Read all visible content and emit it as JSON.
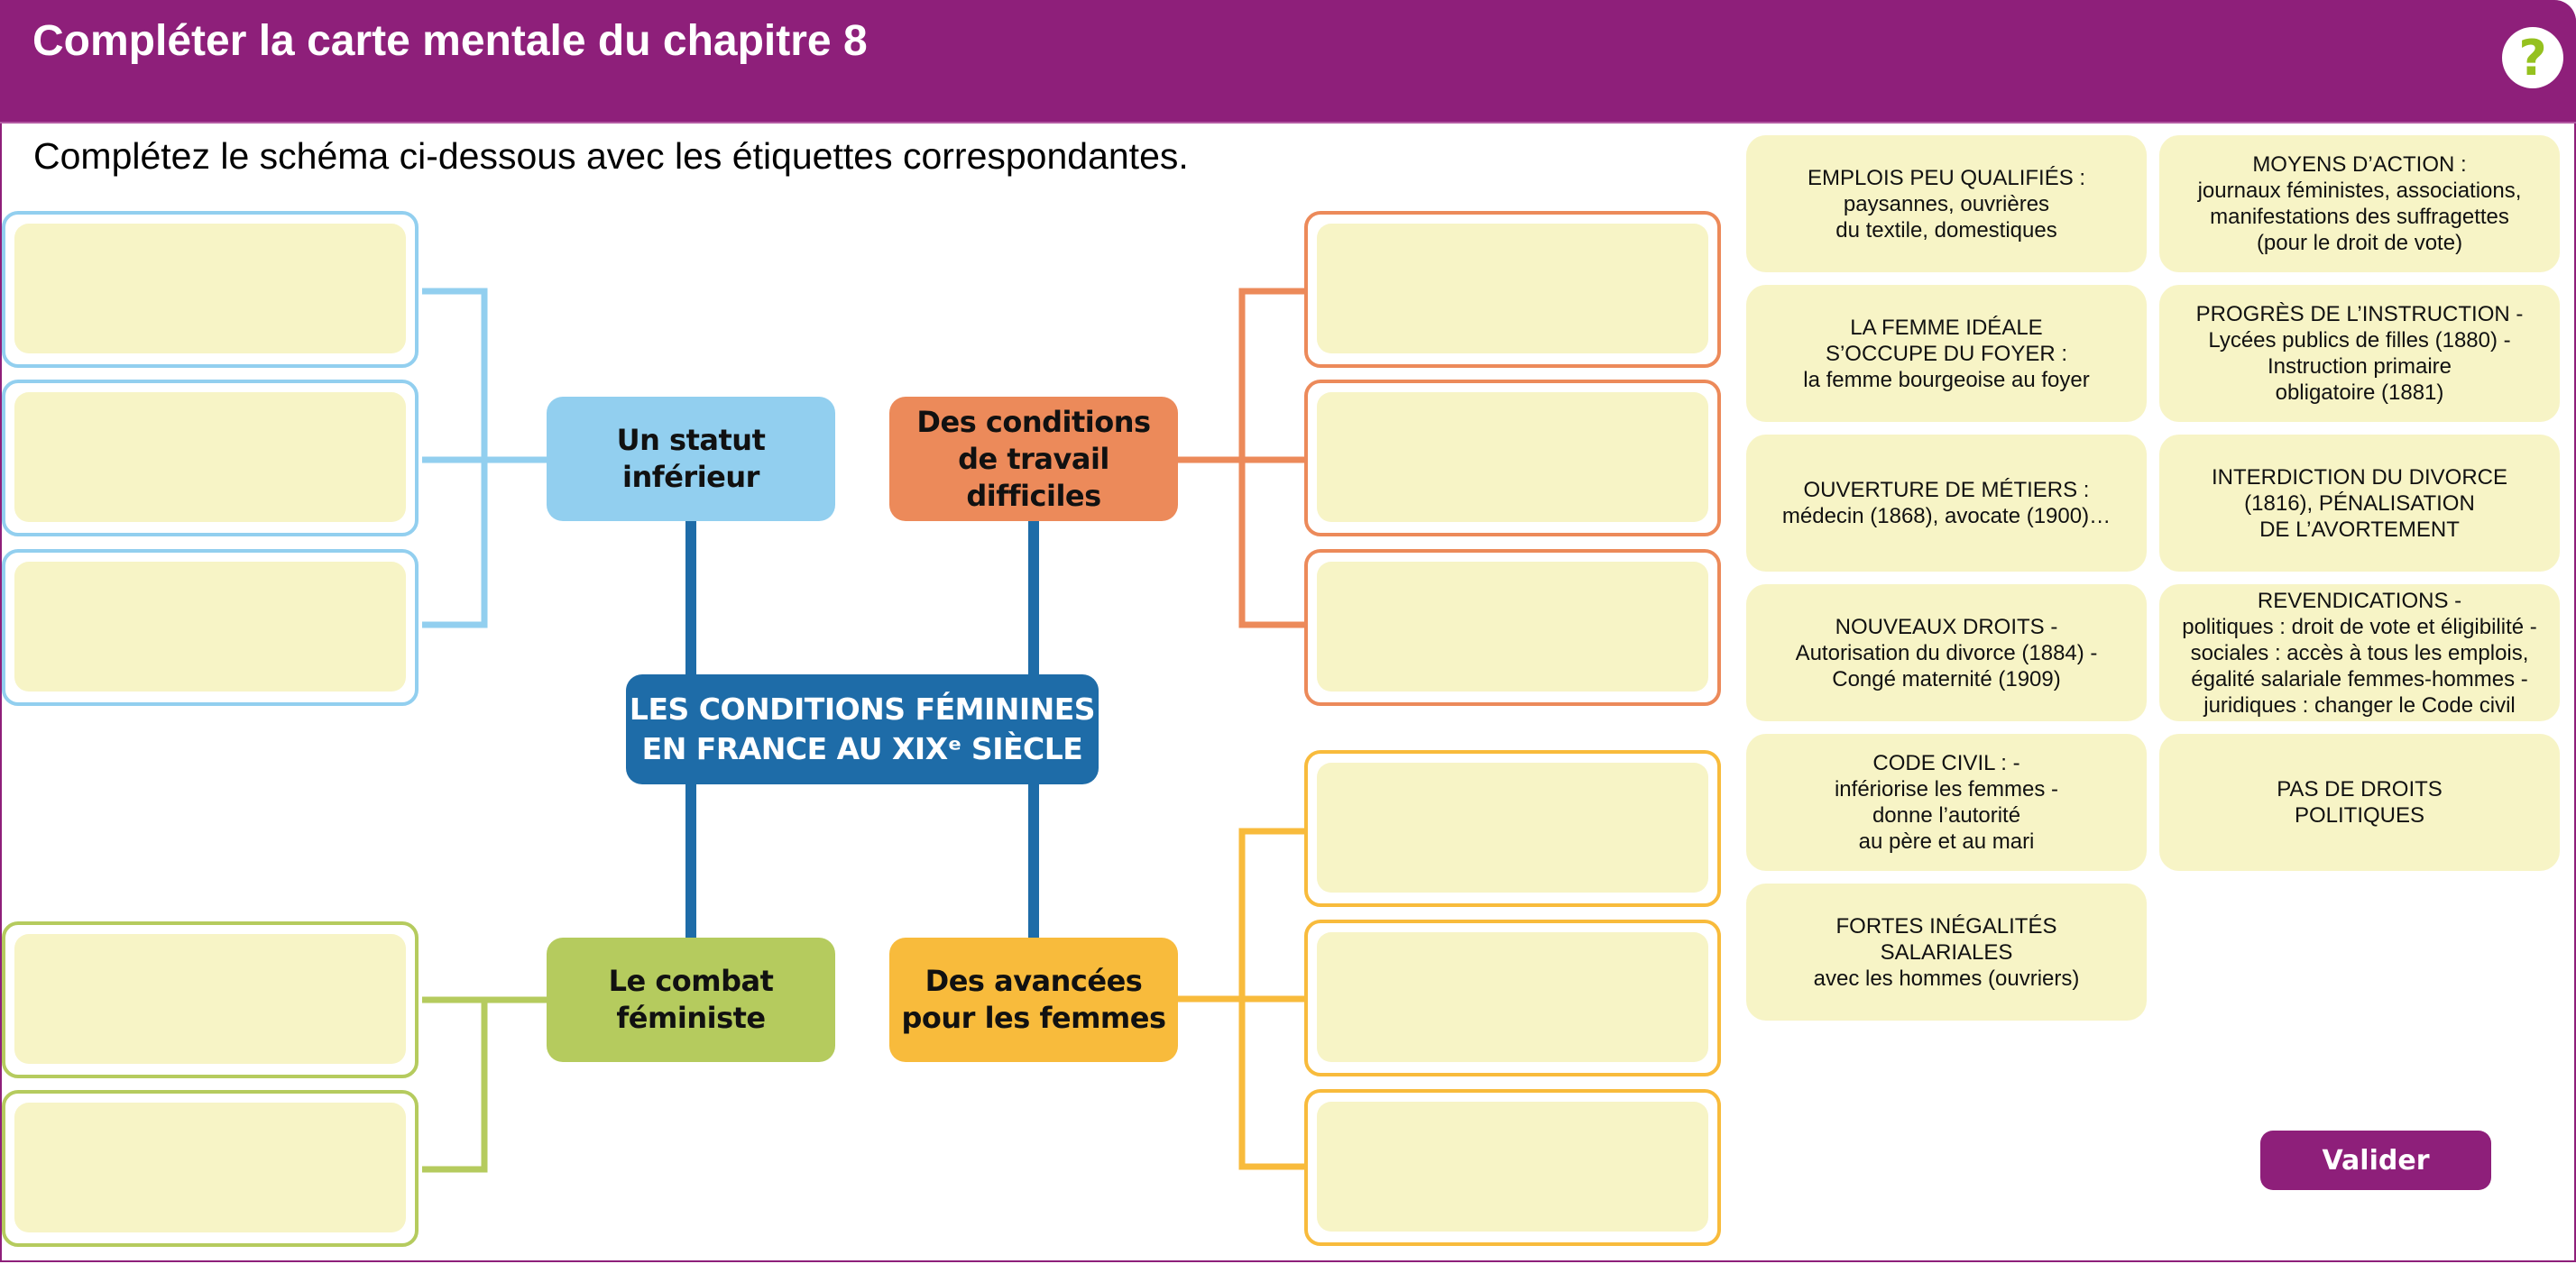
{
  "header": {
    "title": "Compléter la carte mentale du chapitre 8",
    "help_icon": "?"
  },
  "instruction": "Complétez le schéma ci-dessous avec les étiquettes correspondantes.",
  "colors": {
    "brand": "#8E1F7A",
    "center": "#1E6CA8",
    "statut": "#92CFEF",
    "travail": "#EC8A5A",
    "combat": "#B5CB5E",
    "avancees": "#F8BB3C",
    "zone_fill": "#F7F4C6",
    "help_accent": "#95C11F"
  },
  "mindmap": {
    "center": "LES CONDITIONS FÉMININES\nEN FRANCE AU XIXᵉ SIÈCLE",
    "branches": [
      {
        "id": "statut",
        "label": "Un statut\ninférieur",
        "drop_zones": 3
      },
      {
        "id": "travail",
        "label": "Des conditions\nde travail\ndifficiles",
        "drop_zones": 3
      },
      {
        "id": "combat",
        "label": "Le combat\nféministe",
        "drop_zones": 2
      },
      {
        "id": "avancees",
        "label": "Des avancées\npour les femmes",
        "drop_zones": 3
      }
    ]
  },
  "labels": [
    "EMPLOIS PEU QUALIFIÉS :\npaysannes, ouvrières\ndu textile, domestiques",
    "MOYENS D’ACTION :\njournaux féministes, associations,\nmanifestations des suffragettes\n(pour le droit de vote)",
    "LA FEMME IDÉALE\nS’OCCUPE DU FOYER :\nla femme bourgeoise au foyer",
    "PROGRÈS DE L’INSTRUCTION -\nLycées publics de filles (1880)            -\nInstruction primaire\n      obligatoire (1881)",
    "OUVERTURE DE MÉTIERS :\nmédecin (1868), avocate (1900)…",
    "INTERDICTION DU DIVORCE\n(1816), PÉNALISATION\nDE L’AVORTEMENT",
    "NOUVEAUX DROITS -\nAutorisation du divorce (1884) -\nCongé maternité (1909)",
    "REVENDICATIONS -\npolitiques : droit de vote et éligibilité -\nsociales : accès à tous les emplois,\négalité salariale femmes-hommes -\njuridiques : changer le Code civil",
    "CODE CIVIL :           -\ninfériorise les femmes                              -\ndonne l’autorité\n      au père et au mari",
    "PAS DE DROITS\nPOLITIQUES",
    "FORTES INÉGALITÉS\nSALARIALES\navec les hommes (ouvriers)"
  ],
  "actions": {
    "validate": "Valider"
  }
}
